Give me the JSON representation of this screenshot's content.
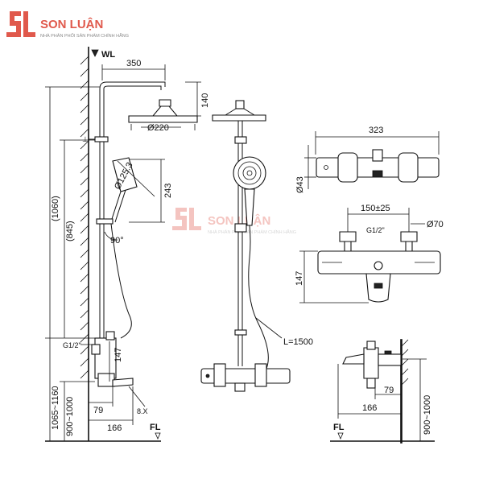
{
  "brand": {
    "name": "SON LUẬN",
    "tagline": "NHÀ PHÂN PHỐI SẢN PHẨM CHÍNH HÃNG",
    "color": "#e0594c"
  },
  "watermark": {
    "name": "SON LUẬN",
    "tagline": "NHÀ PHÂN PHỐI SẢN PHẨM CHÍNH HÃNG"
  },
  "left_view": {
    "wall_label": "WL",
    "floor_label": "FL",
    "dim_arm": "350",
    "dim_head_h": "140",
    "dim_head_d": "Ø220",
    "dim_hand_d": "Ø125.3",
    "dim_hand_h": "243",
    "dim_total": "(1060)",
    "dim_mid": "(845)",
    "dim_angle": "90°",
    "dim_thread": "G1/2\"",
    "dim_147": "147",
    "dim_install": "1065~1160",
    "dim_floor": "900~1000",
    "dim_79": "79",
    "dim_166": "166",
    "dim_angle2": "8.X"
  },
  "front_view": {
    "hose": "L=1500"
  },
  "mixer_top": {
    "dim_width": "323",
    "dim_dia": "Ø43"
  },
  "mixer_front": {
    "dim_centers": "150±25",
    "dim_nut": "Ø70",
    "dim_thread": "G1/2\"",
    "dim_height": "147"
  },
  "mixer_side": {
    "dim_79": "79",
    "dim_166": "166",
    "dim_floor": "900~1000",
    "floor_label": "FL"
  }
}
